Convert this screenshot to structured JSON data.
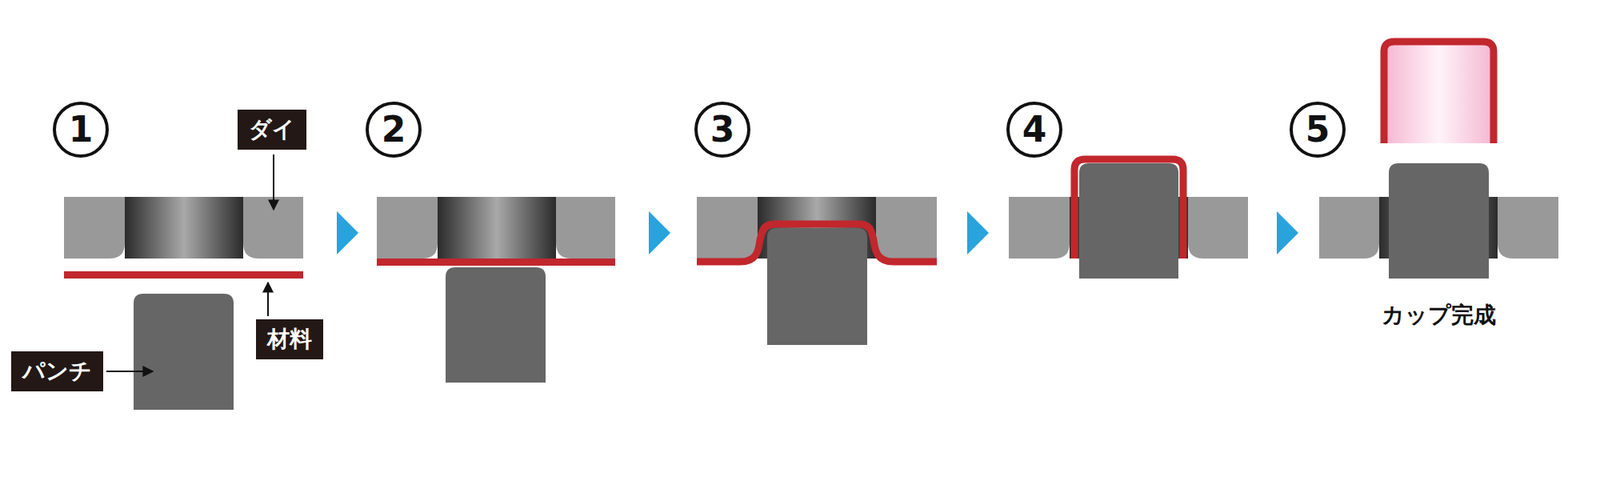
{
  "diagram": {
    "nodes": [
      {
        "text": [
          "1"
        ]
      },
      {
        "text": [
          "ダイ"
        ]
      },
      {
        "text": [
          "材料"
        ]
      },
      {
        "text": [
          "パンチ"
        ]
      },
      {
        "text": [
          "2"
        ]
      },
      {
        "text": [
          "3"
        ]
      },
      {
        "text": [
          "4"
        ]
      },
      {
        "text": [
          "5"
        ]
      }
    ],
    "labels": [
      "カップ完成"
    ]
  }
}
